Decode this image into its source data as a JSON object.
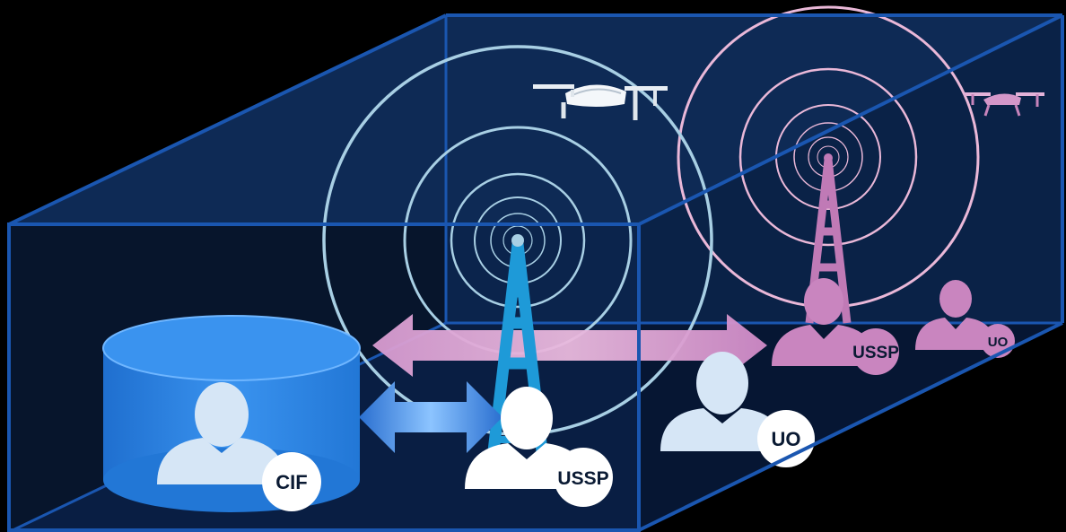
{
  "colors": {
    "background": "#000000",
    "box_fill": "#0d2750",
    "box_back_fill": "#0b2247",
    "box_edge": "#1a56b0",
    "floor": "#061633",
    "blue_tower": "#1e9ad8",
    "pink_tower": "#c07ab6",
    "blue_rings": "#a8cfe4",
    "pink_rings": "#eab8d8",
    "pink_arrow": "#d79ad0",
    "blue_arrow": "#3f8de6",
    "cylinder": "#2f86e4",
    "person_light": "#d6e6f6",
    "person_white": "#ffffff",
    "person_pink": "#c985bf",
    "badge_fill": "#ffffff"
  },
  "icons": [
    "database-cylinder-icon",
    "person-icon",
    "radio-tower-icon",
    "drone-icon",
    "double-arrow-icon"
  ],
  "labels": {
    "cif": "CIF",
    "ussp_front": "USSP",
    "uo_front": "UO",
    "ussp_back": "USSP",
    "uo_back": "UO"
  }
}
